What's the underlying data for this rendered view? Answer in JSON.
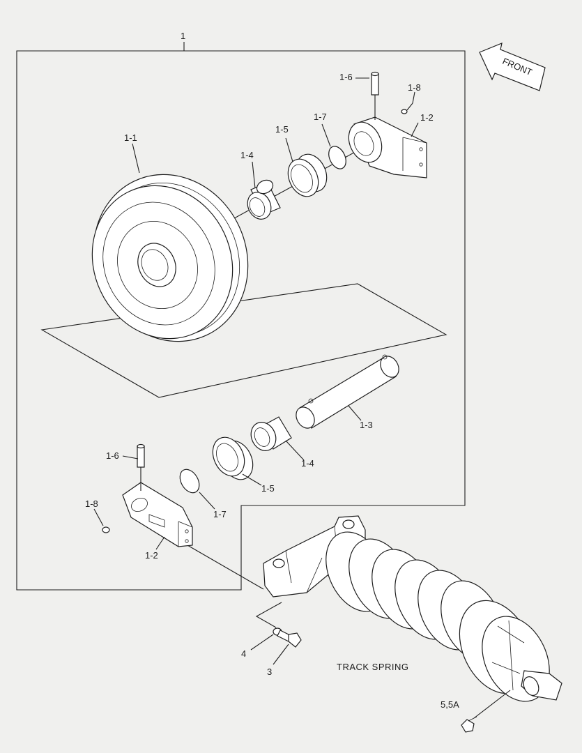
{
  "labels": {
    "assembly": "1",
    "idler_wheel": "1-1",
    "bracket_top": "1-2",
    "bracket_bottom": "1-2",
    "shaft": "1-3",
    "bushing_top": "1-4",
    "bushing_bottom": "1-4",
    "seal_top": "1-5",
    "seal_bottom": "1-5",
    "pin_top": "1-6",
    "pin_bottom": "1-6",
    "oring_top": "1-7",
    "oring_bottom": "1-7",
    "plug_top": "1-8",
    "plug_bottom": "1-8",
    "bolt": "3",
    "washer": "4",
    "grease_fitting": "5,5A",
    "track_spring": "TRACK SPRING",
    "front": "FRONT"
  }
}
